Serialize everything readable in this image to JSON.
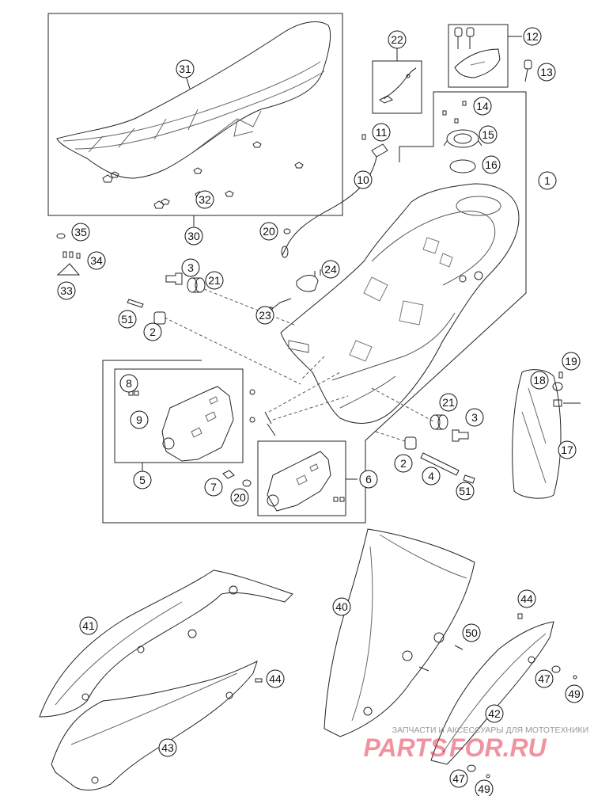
{
  "diagram": {
    "callouts": [
      {
        "id": "c1",
        "label": "1"
      },
      {
        "id": "c2a",
        "label": "2"
      },
      {
        "id": "c2b",
        "label": "2"
      },
      {
        "id": "c3a",
        "label": "3"
      },
      {
        "id": "c3b",
        "label": "3"
      },
      {
        "id": "c4",
        "label": "4"
      },
      {
        "id": "c5",
        "label": "5"
      },
      {
        "id": "c6",
        "label": "6"
      },
      {
        "id": "c7",
        "label": "7"
      },
      {
        "id": "c8",
        "label": "8"
      },
      {
        "id": "c9",
        "label": "9"
      },
      {
        "id": "c10",
        "label": "10"
      },
      {
        "id": "c11",
        "label": "11"
      },
      {
        "id": "c12",
        "label": "12"
      },
      {
        "id": "c13",
        "label": "13"
      },
      {
        "id": "c14",
        "label": "14"
      },
      {
        "id": "c15",
        "label": "15"
      },
      {
        "id": "c16",
        "label": "16"
      },
      {
        "id": "c17",
        "label": "17"
      },
      {
        "id": "c18",
        "label": "18"
      },
      {
        "id": "c19",
        "label": "19"
      },
      {
        "id": "c20a",
        "label": "20"
      },
      {
        "id": "c20b",
        "label": "20"
      },
      {
        "id": "c21a",
        "label": "21"
      },
      {
        "id": "c21b",
        "label": "21"
      },
      {
        "id": "c22",
        "label": "22"
      },
      {
        "id": "c23",
        "label": "23"
      },
      {
        "id": "c24",
        "label": "24"
      },
      {
        "id": "c30",
        "label": "30"
      },
      {
        "id": "c31",
        "label": "31"
      },
      {
        "id": "c32",
        "label": "32"
      },
      {
        "id": "c33",
        "label": "33"
      },
      {
        "id": "c34",
        "label": "34"
      },
      {
        "id": "c35",
        "label": "35"
      },
      {
        "id": "c40",
        "label": "40"
      },
      {
        "id": "c41",
        "label": "41"
      },
      {
        "id": "c42",
        "label": "42"
      },
      {
        "id": "c43",
        "label": "43"
      },
      {
        "id": "c44a",
        "label": "44"
      },
      {
        "id": "c44b",
        "label": "44"
      },
      {
        "id": "c47a",
        "label": "47"
      },
      {
        "id": "c47b",
        "label": "47"
      },
      {
        "id": "c49a",
        "label": "49"
      },
      {
        "id": "c49b",
        "label": "49"
      },
      {
        "id": "c50",
        "label": "50"
      },
      {
        "id": "c51a",
        "label": "51"
      },
      {
        "id": "c51b",
        "label": "51"
      }
    ]
  },
  "watermark": {
    "tagline": "ЗАПЧАСТИ И АКСЕССУАРЫ ДЛЯ МОТОТЕХНИКИ",
    "brand_left": "PARTS",
    "brand_right": "FOR.RU",
    "brand_color": "#e0102a"
  }
}
